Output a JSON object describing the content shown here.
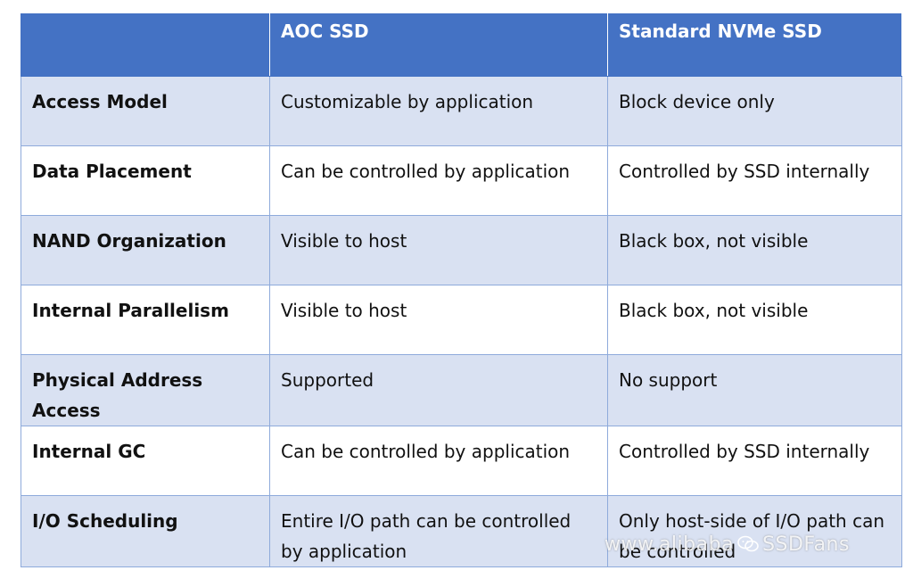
{
  "table": {
    "headers": [
      "",
      "AOC SSD",
      "Standard NVMe SSD"
    ],
    "rows": [
      {
        "feature": "Access Model",
        "aoc": "Customizable by application",
        "nvme": "Block device only"
      },
      {
        "feature": "Data Placement",
        "aoc": "Can be controlled by application",
        "nvme": "Controlled by SSD internally"
      },
      {
        "feature": "NAND Organization",
        "aoc": "Visible to host",
        "nvme": "Black box, not visible"
      },
      {
        "feature": "Internal Parallelism",
        "aoc": "Visible to host",
        "nvme": "Black box, not visible"
      },
      {
        "feature": "Physical Address Access",
        "aoc": "Supported",
        "nvme": "No support"
      },
      {
        "feature": "Internal GC",
        "aoc": "Can be controlled by application",
        "nvme": "Controlled by SSD internally"
      },
      {
        "feature": "I/O Scheduling",
        "aoc": "Entire I/O path can be controlled by application",
        "nvme": "Only host-side of I/O path can be controlled"
      }
    ]
  },
  "watermark": {
    "prefix": "www.alibaba",
    "icon": "wechat-icon",
    "text": "SSDFans"
  }
}
